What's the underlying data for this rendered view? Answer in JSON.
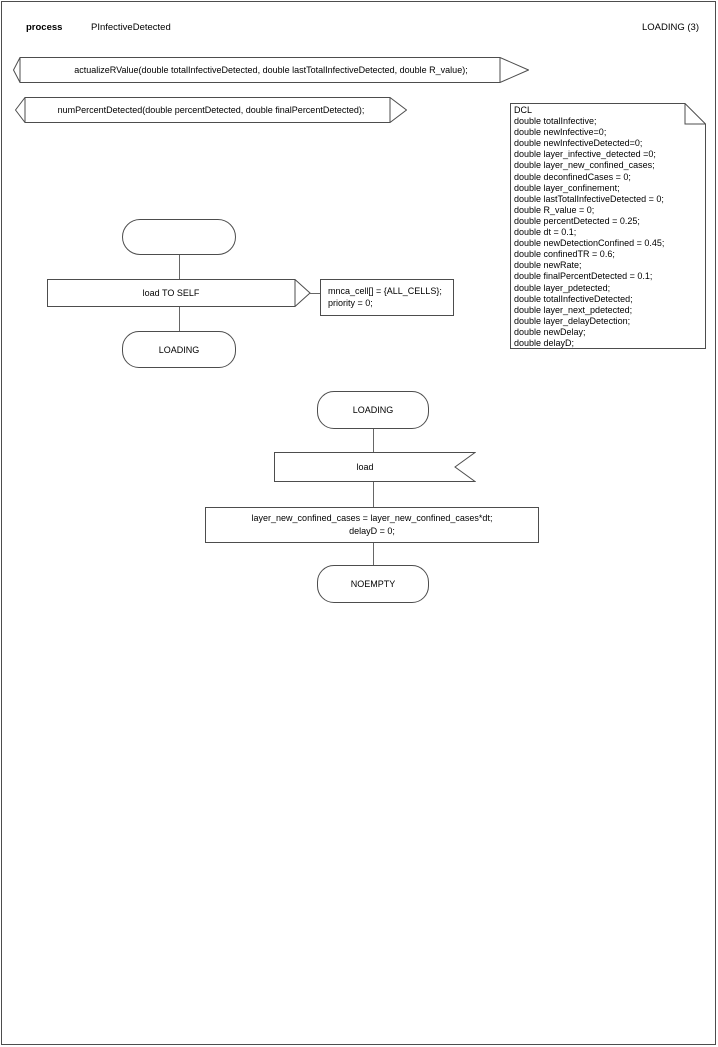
{
  "header": {
    "kind_label": "process",
    "process_name": "PInfectiveDetected",
    "page_label": "LOADING (3)"
  },
  "declarations": {
    "procedure1": "actualizeRValue(double totalInfectiveDetected, double lastTotalInfectiveDetected, double R_value);",
    "procedure2": "numPercentDetected(double percentDetected, double finalPercentDetected);"
  },
  "dcl": {
    "lines": [
      "DCL",
      "double totalInfective;",
      "double newInfective=0;",
      "double newInfectiveDetected=0;",
      "double layer_infective_detected =0;",
      "double layer_new_confined_cases;",
      "double deconfinedCases = 0;",
      "double layer_confinement;",
      "double lastTotalInfectiveDetected = 0;",
      "double R_value = 0;",
      "double percentDetected = 0.25;",
      "double dt = 0.1;",
      "double newDetectionConfined = 0.45;",
      "double confinedTR = 0.6;",
      "double newRate;",
      "double finalPercentDetected = 0.1;",
      "double layer_pdetected;",
      "double totalInfectiveDetected;",
      "double layer_next_pdetected;",
      "double layer_delayDetection;",
      "double newDelay;",
      "double delayD;"
    ]
  },
  "flow_start": {
    "output_label": "load TO SELF",
    "comment_line1": "mnca_cell[] = {ALL_CELLS};",
    "comment_line2": "priority = 0;",
    "next_state": "LOADING"
  },
  "flow_loading": {
    "state": "LOADING",
    "input_label": "load",
    "task_line1": "layer_new_confined_cases = layer_new_confined_cases*dt;",
    "task_line2": "delayD = 0;",
    "next_state": "NOEMPTY"
  },
  "colors": {
    "background": "#ffffff",
    "shape_border": "#4d4d4d",
    "connector": "#666666",
    "text": "#000000"
  }
}
